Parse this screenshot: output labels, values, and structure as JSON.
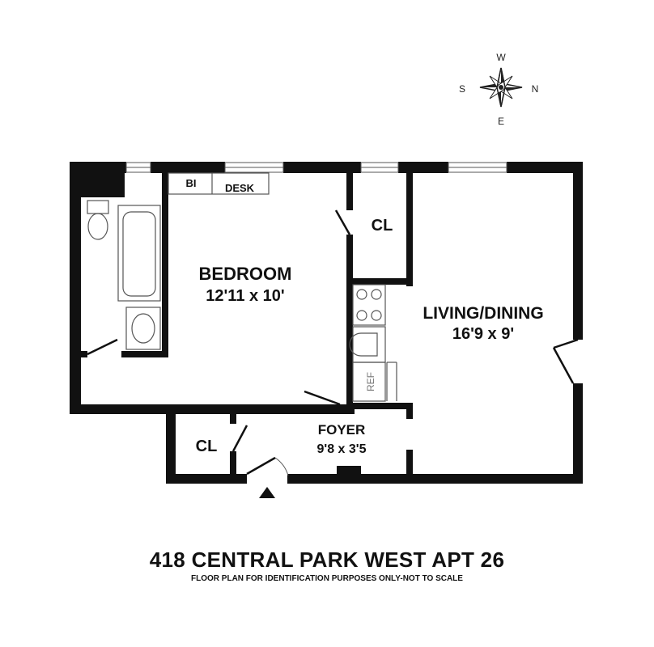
{
  "compass": {
    "north": "N",
    "south": "S",
    "east": "E",
    "west": "W"
  },
  "rooms": {
    "bedroom": {
      "name": "BEDROOM",
      "size": "12'11 x 10'"
    },
    "living_dining": {
      "name": "LIVING/DINING",
      "size": "16'9 x 9'"
    },
    "foyer": {
      "name": "FOYER",
      "size": "9'8 x 3'5"
    },
    "closet_upper": {
      "name": "CL"
    },
    "closet_lower": {
      "name": "CL"
    }
  },
  "fixtures": {
    "built_in": "BI",
    "desk": "DESK",
    "refrigerator": "REF"
  },
  "title": "418 CENTRAL PARK WEST APT 26",
  "subtitle": "FLOOR PLAN FOR IDENTIFICATION PURPOSES ONLY-NOT TO SCALE",
  "colors": {
    "wall": "#111111",
    "fixture": "#555555",
    "background": "#ffffff"
  }
}
